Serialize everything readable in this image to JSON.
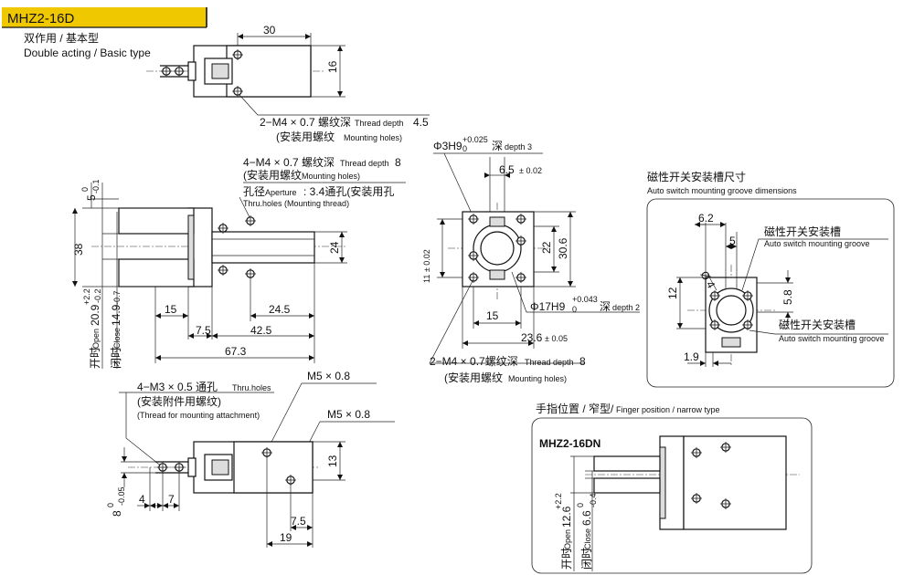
{
  "title": "MHZ2-16D",
  "subtitle_cn": "双作用 / 基本型",
  "subtitle_en": "Double acting / Basic type",
  "top": {
    "dim_30": "30",
    "dim_16": "16",
    "thread_note": "2−M4 × 0.7 螺纹深",
    "thread_note_en": "Thread depth",
    "thread_depth": "4.5",
    "mount_note": "(安装用螺纹",
    "mount_note_en": "Mounting holes)"
  },
  "side": {
    "note1": "4−M4 × 0.7 螺纹深",
    "note1_en": "Thread depth",
    "note1_val": "8",
    "note2": "(安装用螺纹",
    "note2_en": "Mounting holes)",
    "note3_a": "孔径",
    "note3_b": "Aperture",
    "note3_c": ": 3.4通孔(安装用孔",
    "note3_d": "Thru.holes (Mounting thread)",
    "dim_5": "5",
    "dim_5_tol": "0",
    "dim_5_tol2": "-0.1",
    "dim_38": "38",
    "dim_24": "24",
    "dim_24_5": "24.5",
    "dim_15": "15",
    "dim_7_5": "7.5",
    "dim_42_5": "42.5",
    "dim_67_3": "67.3",
    "open_label": "开时",
    "open_en": "Open",
    "open_val": "20.9",
    "open_tol_a": "+2.2",
    "open_tol_b": "-0.2",
    "close_label": "闭时",
    "close_en": "Close",
    "close_val": "14.9",
    "close_tol": "-0.7"
  },
  "front": {
    "bore_note": "Φ3H9",
    "bore_tol_a": "+0.025",
    "bore_tol_b": "0",
    "bore_depth": "深",
    "bore_depth_en": "depth 3",
    "dim_6_5": "6.5",
    "dim_6_5_tol": "± 0.02",
    "dim_22": "22",
    "dim_30_6": "30.6",
    "dim_11": "11 ± 0.02",
    "dim_15": "15",
    "big_bore": "Φ17H9",
    "big_bore_tol_a": "+0.043",
    "big_bore_tol_b": "0",
    "big_depth": "深",
    "big_depth_en": "depth 2",
    "dim_23_6": "23.6",
    "dim_23_6_tol": "± 0.05",
    "thread_note": "2−M4 × 0.7螺纹深",
    "thread_note_en": "Thread depth",
    "thread_val": "8",
    "mount_note": "(安装用螺纹",
    "mount_note_en": "Mounting holes)"
  },
  "groove": {
    "title_cn": "磁性开关安装槽尺寸",
    "title_en": "Auto switch mounting groove dimensions",
    "dim_6_2": "6.2",
    "dim_5": "5",
    "dim_12": "12",
    "dim_5_8": "5.8",
    "dim_1_9": "1.9",
    "dim_phi4": "Ø 4",
    "label_cn": "磁性开关安装槽",
    "label_en": "Auto switch mounting groove"
  },
  "bottom": {
    "note_a": "4−M3 × 0.5 通孔",
    "note_a_en": "Thru.holes",
    "note_b": "(安装附件用螺纹)",
    "note_c": "(Thread for mounting attachment)",
    "m5_a": "M5 × 0.8",
    "m5_b": "M5 × 0.8",
    "dim_13": "13",
    "dim_4": "4",
    "dim_7": "7",
    "dim_8": "8",
    "dim_8_tol_a": "0",
    "dim_8_tol_b": "-0.05",
    "dim_7_5": "7.5",
    "dim_19": "19"
  },
  "narrow": {
    "title_a": "手指位置 / 窄型/",
    "title_b": "Finger position / narrow type",
    "model": "MHZ2-16DN",
    "open_label": "开时",
    "open_en": "Open",
    "open_val": "12.6",
    "open_tol": "+2.2",
    "close_label": "闭时",
    "close_en": "Close",
    "close_val": "6.6",
    "close_tol_a": "0",
    "close_tol_b": "-0.4"
  }
}
